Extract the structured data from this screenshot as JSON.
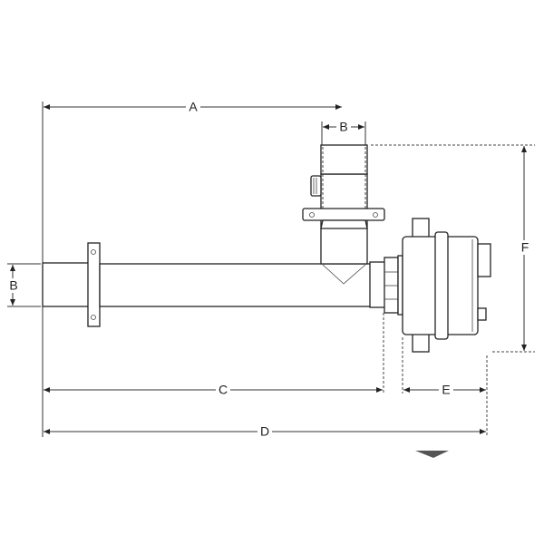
{
  "diagram": {
    "dimension_labels": {
      "A": "A",
      "B_top": "B",
      "B_left": "B",
      "C": "C",
      "D": "D",
      "E": "E",
      "F": "F"
    },
    "colors": {
      "line": "#222222",
      "background": "#ffffff"
    }
  }
}
